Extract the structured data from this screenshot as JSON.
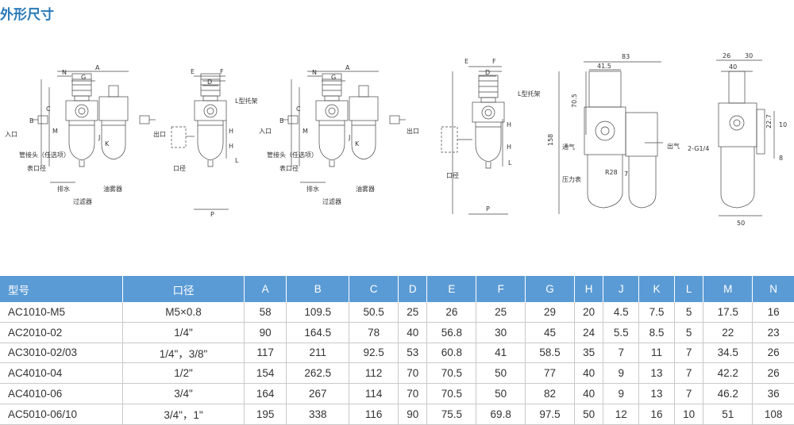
{
  "title": "外形尺寸",
  "drawing1": {
    "dims": [
      "N",
      "G",
      "A",
      "B",
      "C",
      "M",
      "J",
      "K"
    ],
    "labels": {
      "inlet": "入口",
      "outlet": "出口",
      "fitting": "管接头（任选项）",
      "gauge_hole": "表口径",
      "drain": "排水",
      "filter": "过滤器",
      "lubricator": "油雾器"
    }
  },
  "drawing2": {
    "dims": [
      "E",
      "F",
      "D",
      "H",
      "H",
      "L",
      "P"
    ],
    "labels": {
      "outlet": "出口",
      "bore": "口径",
      "bracket": "L型托架"
    }
  },
  "drawing3": {
    "dims": [
      "N",
      "G",
      "A",
      "B",
      "C",
      "M",
      "J",
      "K"
    ],
    "labels": {
      "inlet": "入口",
      "outlet": "出口",
      "fitting": "管接头（任选项）",
      "gauge_hole": "表口径",
      "drain": "排水",
      "filter": "过滤器",
      "lubricator": "油雾器"
    }
  },
  "drawing4": {
    "dims": [
      "E",
      "F",
      "D",
      "H",
      "H",
      "L",
      "P"
    ],
    "labels": {
      "bore": "口径",
      "bracket": "L型托架"
    }
  },
  "drawing5": {
    "dims": [
      "83",
      "41.5",
      "70.5",
      "158",
      "R28",
      "7"
    ],
    "labels": {
      "vent": "通气",
      "gauge": "压力表",
      "outlet": "出气"
    }
  },
  "drawing6": {
    "dims": [
      "26",
      "30",
      "40",
      "22.7",
      "10",
      "2-G1/4",
      "8",
      "50"
    ]
  },
  "table": {
    "headers": [
      "型号",
      "口径",
      "A",
      "B",
      "C",
      "D",
      "E",
      "F",
      "G",
      "H",
      "J",
      "K",
      "L",
      "M",
      "N"
    ],
    "rows": [
      [
        "AC1010-M5",
        "M5×0.8",
        "58",
        "109.5",
        "50.5",
        "25",
        "26",
        "25",
        "29",
        "20",
        "4.5",
        "7.5",
        "5",
        "17.5",
        "16"
      ],
      [
        "AC2010-02",
        "1/4\"",
        "90",
        "164.5",
        "78",
        "40",
        "56.8",
        "30",
        "45",
        "24",
        "5.5",
        "8.5",
        "5",
        "22",
        "23"
      ],
      [
        "AC3010-02/03",
        "1/4\"，3/8\"",
        "117",
        "211",
        "92.5",
        "53",
        "60.8",
        "41",
        "58.5",
        "35",
        "7",
        "11",
        "7",
        "34.5",
        "26"
      ],
      [
        "AC4010-04",
        "1/2\"",
        "154",
        "262.5",
        "112",
        "70",
        "70.5",
        "50",
        "77",
        "40",
        "9",
        "13",
        "7",
        "42.2",
        "26"
      ],
      [
        "AC4010-06",
        "3/4\"",
        "164",
        "267",
        "114",
        "70",
        "70.5",
        "50",
        "82",
        "40",
        "9",
        "13",
        "7",
        "46.2",
        "36"
      ],
      [
        "AC5010-06/10",
        "3/4\"，1\"",
        "195",
        "338",
        "116",
        "90",
        "75.5",
        "69.8",
        "97.5",
        "50",
        "12",
        "16",
        "10",
        "51",
        "108"
      ]
    ]
  }
}
